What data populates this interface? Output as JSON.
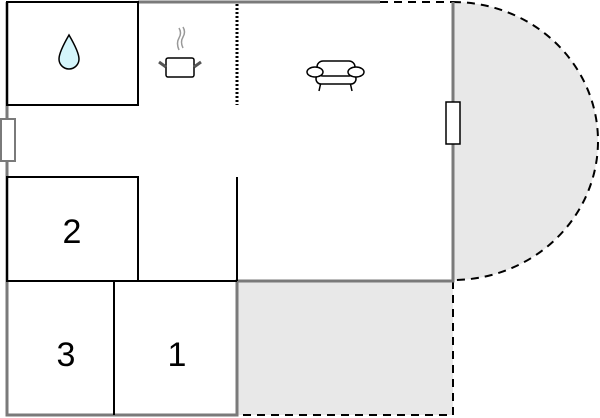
{
  "floorplan": {
    "title": "Floor plan",
    "colors": {
      "exterior_wall": "#7a7a7a",
      "interior_wall": "#000000",
      "terrace_fill": "#e8e8e8",
      "water_drop_fill": "#d4f5fb"
    },
    "rooms": [
      {
        "id": "bathroom",
        "label": "",
        "icon": "water-drop-icon"
      },
      {
        "id": "kitchen",
        "label": "",
        "icon": "cooking-pot-icon"
      },
      {
        "id": "living-room",
        "label": "",
        "icon": "sofa-icon"
      },
      {
        "id": "bedroom-2",
        "label": "2"
      },
      {
        "id": "bedroom-3",
        "label": "3"
      },
      {
        "id": "bedroom-1",
        "label": "1"
      }
    ],
    "outdoor": [
      {
        "id": "terrace-semicircle",
        "label": ""
      },
      {
        "id": "terrace-rectangle",
        "label": ""
      }
    ]
  }
}
